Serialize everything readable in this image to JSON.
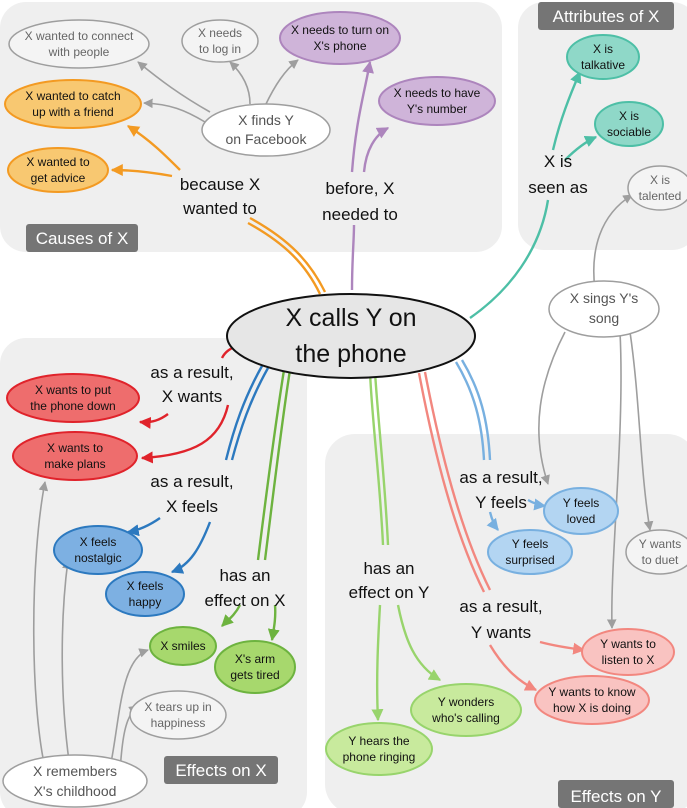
{
  "colors": {
    "panel": "#efefef",
    "tag_bg": "#757575",
    "tag_text": "#ffffff",
    "gray_node_stroke": "#9e9e9e",
    "gray_node_text": "#666666",
    "purple": "#ad85bd",
    "purple_fill": "#cfb4d9",
    "orange": "#f39a22",
    "orange_fill": "#f8c871",
    "teal": "#4dbfa6",
    "teal_fill": "#8fd8c8",
    "red": "#e0232b",
    "red_fill": "#ee6d6d",
    "blue": "#2c79bf",
    "blue_fill": "#7db0e2",
    "green": "#6db33f",
    "green_fill": "#a7d86d",
    "lightgreen": "#98d46c",
    "lightgreen_fill": "#c8ea9d",
    "lightblue": "#78b0e0",
    "lightblue_fill": "#b3d5f2",
    "salmon": "#f2877f",
    "salmon_fill": "#f9c3c1"
  },
  "sections": {
    "causes": "Causes of X",
    "attributes": "Attributes of X",
    "effects_x": "Effects on X",
    "effects_y": "Effects on Y"
  },
  "center": [
    "X calls Y on",
    "the phone"
  ],
  "relations": {
    "because": [
      "because X",
      "wanted to"
    ],
    "before": [
      "before, X",
      "needed to"
    ],
    "seen_as": [
      "X is",
      "seen as"
    ],
    "result_x_wants": [
      "as a result,",
      "X wants"
    ],
    "result_x_feels": [
      "as a result,",
      "X feels"
    ],
    "effect_on_x": [
      "has an",
      "effect on X"
    ],
    "effect_on_y": [
      "has an",
      "effect on Y"
    ],
    "result_y_feels": [
      "as a result,",
      "Y feels"
    ],
    "result_y_wants": [
      "as a result,",
      "Y wants"
    ]
  },
  "nodes": {
    "connect": [
      "X wanted to connect",
      "with people"
    ],
    "log_in": [
      "X needs",
      "to log in"
    ],
    "turn_on_phone": [
      "X needs to turn on",
      "X's phone"
    ],
    "catch_up": [
      "X wanted to catch",
      "up with a friend"
    ],
    "finds_y": [
      "X finds Y",
      "on Facebook"
    ],
    "have_number": [
      "X needs to have",
      "Y's number"
    ],
    "get_advice": [
      "X wanted to",
      "get advice"
    ],
    "talkative": [
      "X is",
      "talkative"
    ],
    "sociable": [
      "X is",
      "sociable"
    ],
    "talented": [
      "X is",
      "talented"
    ],
    "sings_song": [
      "X sings Y's",
      "song"
    ],
    "put_phone_down": [
      "X wants to put",
      "the phone down"
    ],
    "make_plans": [
      "X wants to",
      "make plans"
    ],
    "nostalgic": [
      "X feels",
      "nostalgic"
    ],
    "happy": [
      "X feels",
      "happy"
    ],
    "smiles": [
      "X smiles"
    ],
    "arm_tired": [
      "X's arm",
      "gets tired"
    ],
    "tears_up": [
      "X tears up in",
      "happiness"
    ],
    "remembers": [
      "X remembers",
      "X's childhood"
    ],
    "feels_loved": [
      "Y feels",
      "loved"
    ],
    "surprised": [
      "Y feels",
      "surprised"
    ],
    "wants_duet": [
      "Y wants",
      "to duet"
    ],
    "listen": [
      "Y wants to",
      "listen to X"
    ],
    "how_doing": [
      "Y wants to know",
      "how X is doing"
    ],
    "wonders": [
      "Y wonders",
      "who's calling"
    ],
    "hears_ringing": [
      "Y hears the",
      "phone ringing"
    ]
  }
}
